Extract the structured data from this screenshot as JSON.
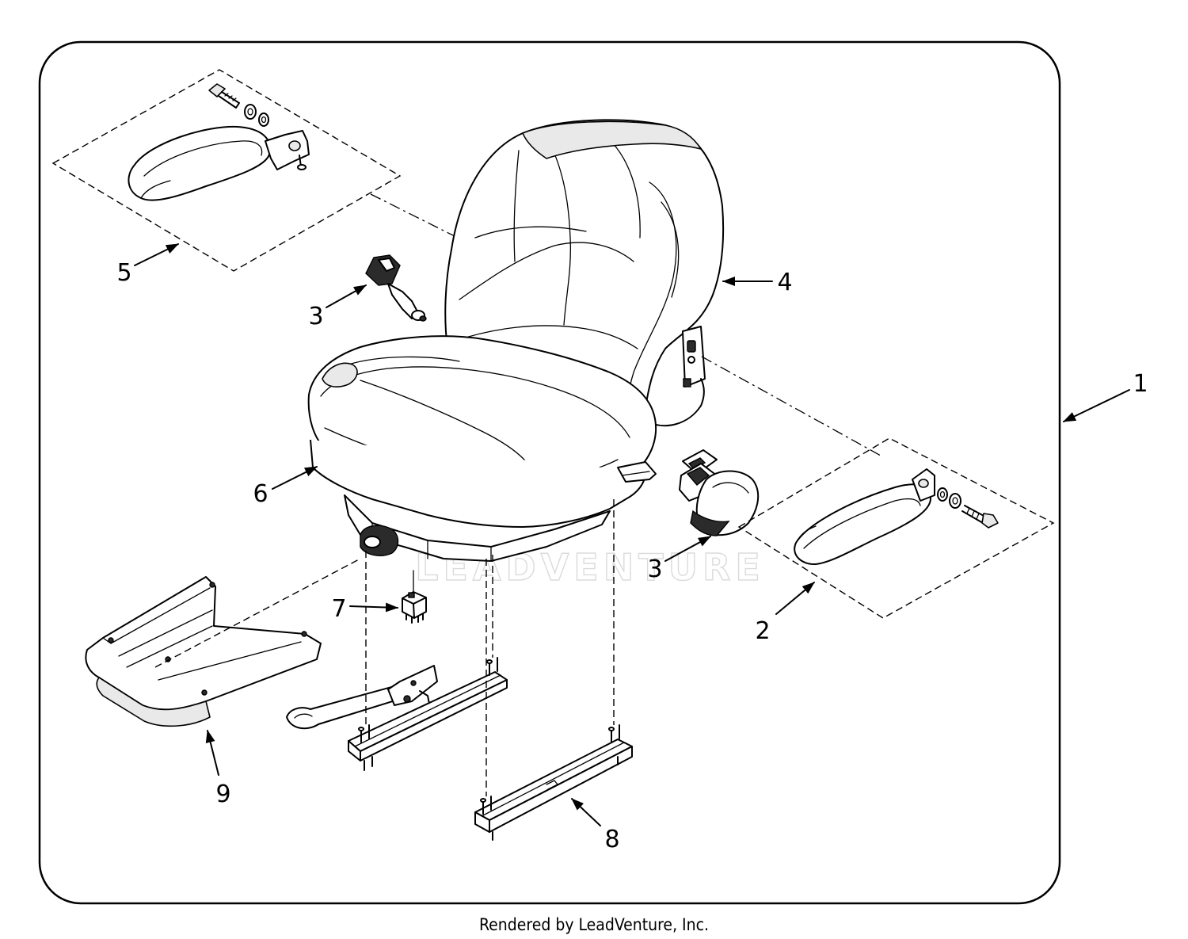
{
  "callouts": [
    {
      "id": "1",
      "label": "1"
    },
    {
      "id": "2",
      "label": "2"
    },
    {
      "id": "3a",
      "label": "3"
    },
    {
      "id": "3b",
      "label": "3"
    },
    {
      "id": "4",
      "label": "4"
    },
    {
      "id": "5",
      "label": "5"
    },
    {
      "id": "6",
      "label": "6"
    },
    {
      "id": "7",
      "label": "7"
    },
    {
      "id": "8",
      "label": "8"
    },
    {
      "id": "9",
      "label": "9"
    }
  ],
  "watermark": "LEADVENTURE",
  "footer": "Rendered by LeadVenture, Inc.",
  "colors": {
    "line": "#000000",
    "background": "#ffffff",
    "watermark": "#cfcfcf"
  }
}
